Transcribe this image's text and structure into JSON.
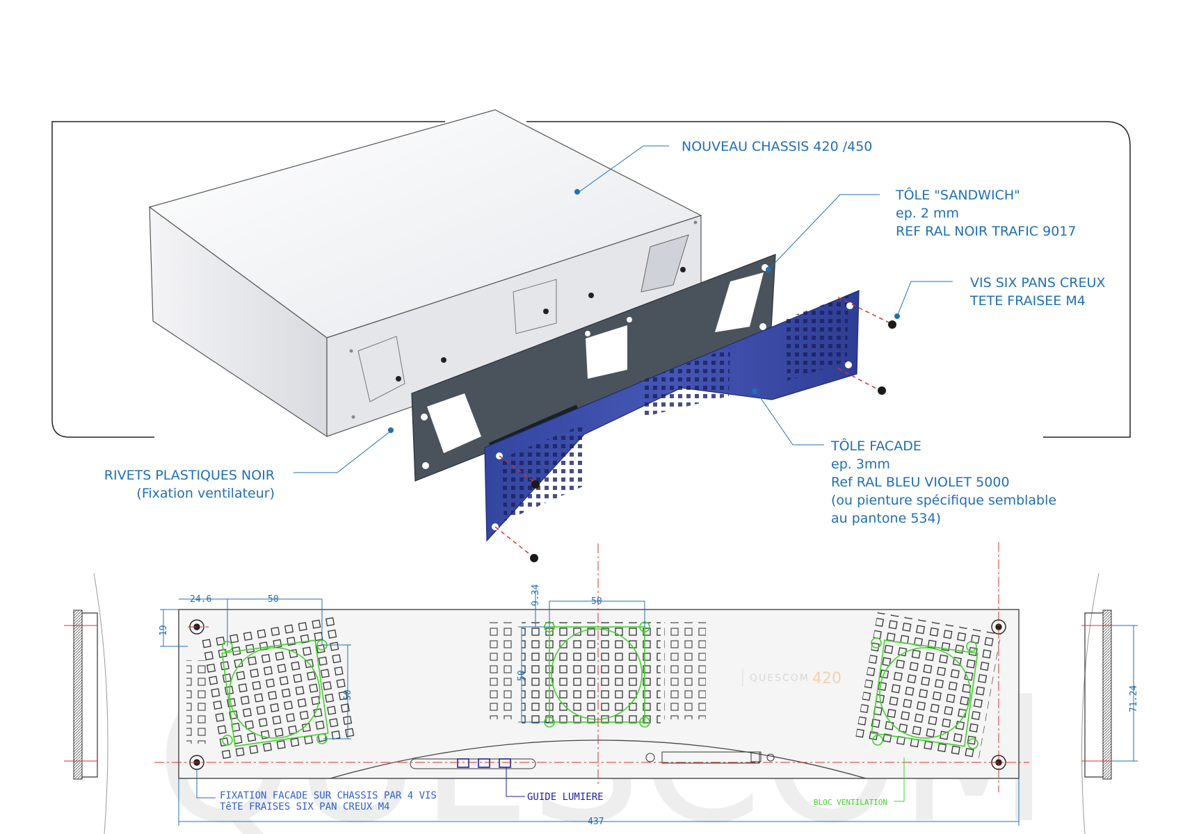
{
  "callouts": {
    "chassis": "NOUVEAU CHASSIS 420 /450",
    "sandwich_title": "TÔLE \"SANDWICH\"",
    "sandwich_thickness": "ep. 2 mm",
    "sandwich_ref": "REF RAL  NOIR TRAFIC 9017",
    "screws_line1": "VIS SIX PANS CREUX",
    "screws_line2": "TETE FRAISEE M4",
    "rivets_line1": "RIVETS PLASTIQUES NOIR",
    "rivets_line2": "(Fixation ventilateur)",
    "facade_title": "TÔLE FACADE",
    "facade_thickness": "ep. 3mm",
    "facade_ref": "Ref RAL BLEU VIOLET 5000",
    "facade_note1": "(ou pienture spécifique semblable",
    "facade_note2": "au pantone 534)"
  },
  "drawing": {
    "dim_24_6": "24.6",
    "dim_50_left": "50",
    "dim_50_center": "50",
    "dim_50_vert_left": "50",
    "dim_50_vert_center": "50",
    "dim_9_34": "9.34",
    "dim_19": "19",
    "dim_71_24": "71.24",
    "dim_437": "437",
    "fixation_line1": "FIXATION FACADE SUR CHASSIS PAR 4 VIS",
    "fixation_line2": "TêTE FRAISES SIX PAN CREUX M4",
    "guide_label": "GUIDE LUMIERE",
    "bloc_label": "BLOC VENTILATION",
    "logo_text": "QUESCOM",
    "logo_number": "420"
  },
  "colors": {
    "callout_blue": "#1f6fb4",
    "facade_blue": "#3b4aa8",
    "sandwich_grey": "#4a535c",
    "dimension_green": "#3fd02a",
    "centerline_red": "#d8302a"
  }
}
